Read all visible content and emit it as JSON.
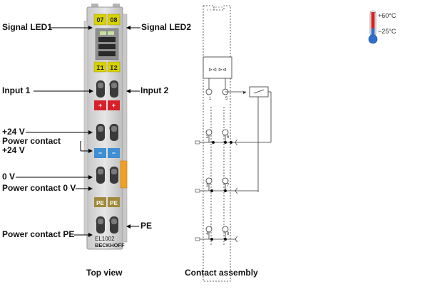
{
  "top_view": {
    "led_labels": [
      "07",
      "08"
    ],
    "input_labels": [
      "I1",
      "I2"
    ],
    "plus_signs": [
      "+",
      "+"
    ],
    "minus_signs": [
      "−",
      "−"
    ],
    "pe_labels": [
      "PE",
      "PE"
    ],
    "terminal_numbers": [
      "1",
      "5",
      "2",
      "6",
      "3",
      "7",
      "4",
      "8"
    ],
    "model": "EL1002",
    "brand": "BECKHOFF",
    "caption": "Top view"
  },
  "callouts": {
    "signal_led1": "Signal LED1",
    "signal_led2": "Signal LED2",
    "input1": "Input 1",
    "input2": "Input 2",
    "plus24_a": "+24 V",
    "power_contact": "Power contact",
    "plus24_b": "+24 V",
    "zero_v": "0 V",
    "power_contact_0v": "Power contact 0 V",
    "pe_right": "PE",
    "power_contact_pe": "Power contact PE"
  },
  "contact_assembly": {
    "caption": "Contact assembly",
    "pins": [
      "1",
      "5",
      "2",
      "6",
      "3",
      "7",
      "4",
      "8"
    ]
  },
  "thermometer": {
    "high": "+60°C",
    "low": "−25°C"
  },
  "colors": {
    "led_yellow": "#d8d200",
    "plus_red": "#d8202a",
    "minus_blue": "#3f8fd2",
    "pe_olive": "#a08a3a",
    "orange_tab": "#f0a020",
    "housing": "#d8d8d8",
    "therm_red": "#d62020",
    "therm_blue": "#2f6fcc"
  }
}
